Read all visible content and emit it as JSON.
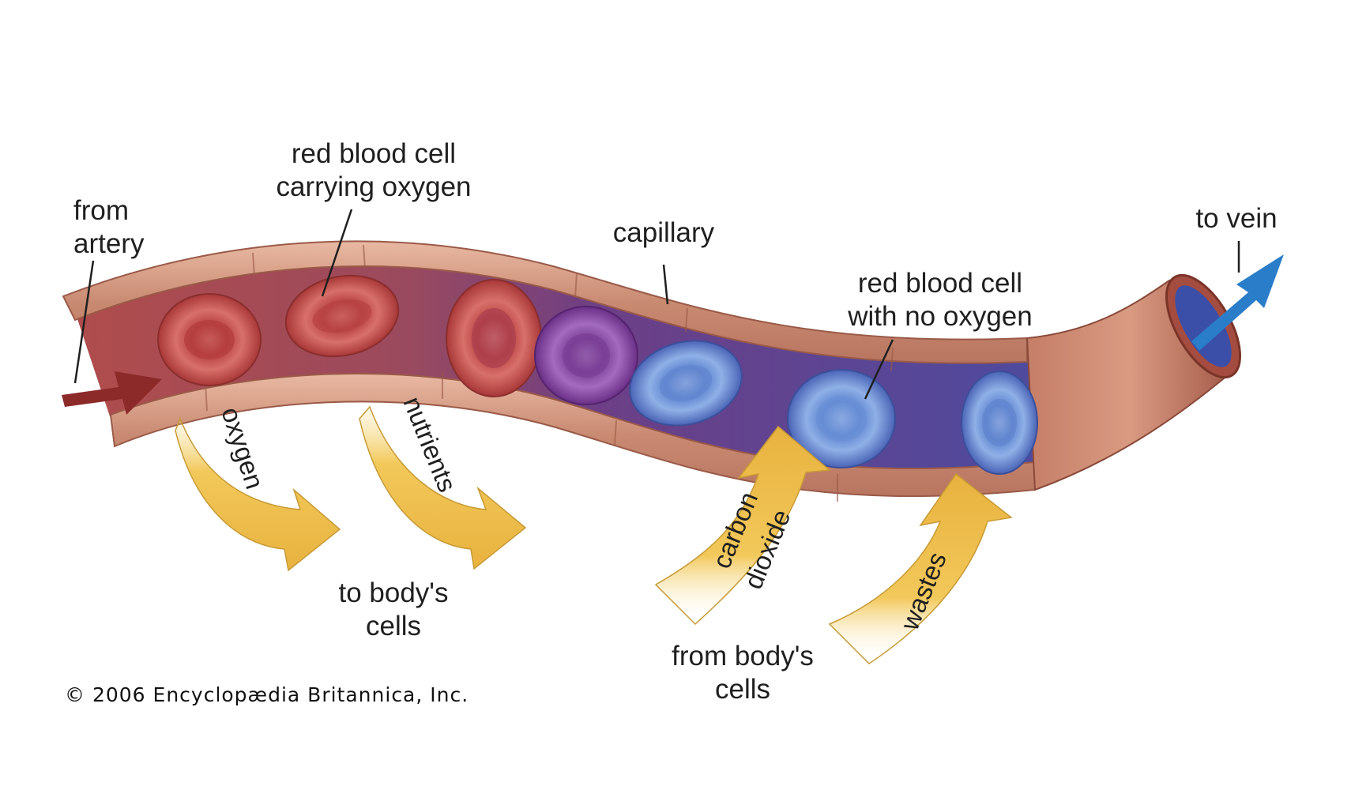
{
  "labels": {
    "from_artery": [
      "from",
      "artery"
    ],
    "rbc_oxygen": [
      "red blood cell",
      "carrying oxygen"
    ],
    "capillary": "capillary",
    "rbc_no_oxygen": [
      "red blood cell",
      "with no oxygen"
    ],
    "to_vein": "to vein",
    "to_cells": [
      "to body's",
      "cells"
    ],
    "from_cells": [
      "from body's",
      "cells"
    ]
  },
  "arrows": {
    "oxygen": "oxygen",
    "nutrients": "nutrients",
    "carbon_dioxide": [
      "carbon",
      "dioxide"
    ],
    "wastes": "wastes"
  },
  "credit": "© 2006 Encyclopædia Britannica, Inc.",
  "colors": {
    "vessel_wall": "#c98a72",
    "vessel_wall_light": "#e8b8a2",
    "lumen_arterial": "#a84b4e",
    "lumen_venous": "#5a3f8c",
    "rbc_oxygenated": "#c24a4a",
    "rbc_deoxygenated": "#5b78c9",
    "arrow_in": "#8c2a2a",
    "arrow_out": "#2a7dc9",
    "exchange_arrow": "#f2c85a"
  }
}
